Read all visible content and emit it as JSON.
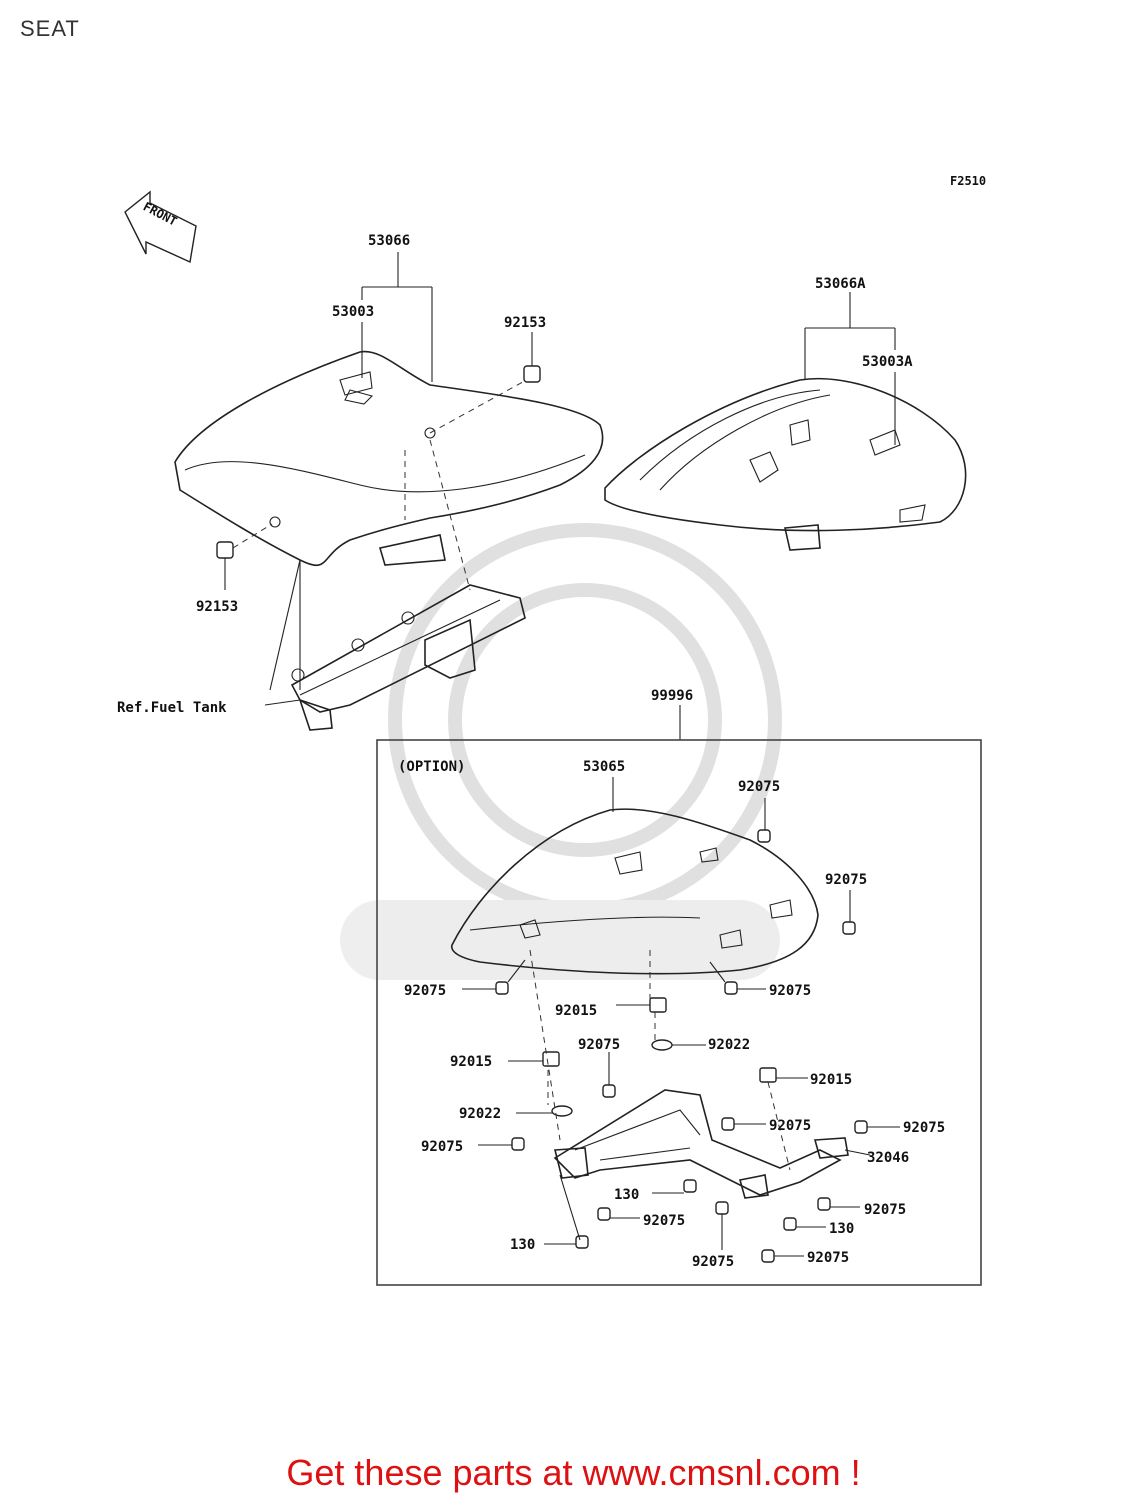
{
  "page": {
    "title": "SEAT"
  },
  "figure_code": "F2510",
  "front_label": "FRONT",
  "option_label": "(OPTION)",
  "ref_label": "Ref.Fuel Tank",
  "parts": {
    "seat_assy": "53066",
    "seat_cover": "53003",
    "bolt_top": "92153",
    "bolt_bottom": "92153",
    "seat_assy_rear": "53066A",
    "seat_cover_rear": "53003A",
    "option_kit": "99996",
    "single_seat_cover": "53065",
    "p_92075_a": "92075",
    "p_92075_b": "92075",
    "p_92075_c": "92075",
    "p_92075_d": "92075",
    "p_92015_a": "92015",
    "p_92075_e": "92075",
    "p_92022_a": "92022",
    "p_92015_b": "92015",
    "p_92015_c": "92015",
    "p_92022_b": "92022",
    "p_92075_f": "92075",
    "p_92075_g": "92075",
    "p_92075_h": "92075",
    "p_32046": "32046",
    "p_130_a": "130",
    "p_92075_i": "92075",
    "p_92075_j": "92075",
    "p_130_b": "130",
    "p_130_c": "130",
    "p_92075_k": "92075",
    "p_92075_l": "92075"
  },
  "footer": {
    "text": "Get these parts at www.cmsnl.com !",
    "color": "#dd1111"
  }
}
